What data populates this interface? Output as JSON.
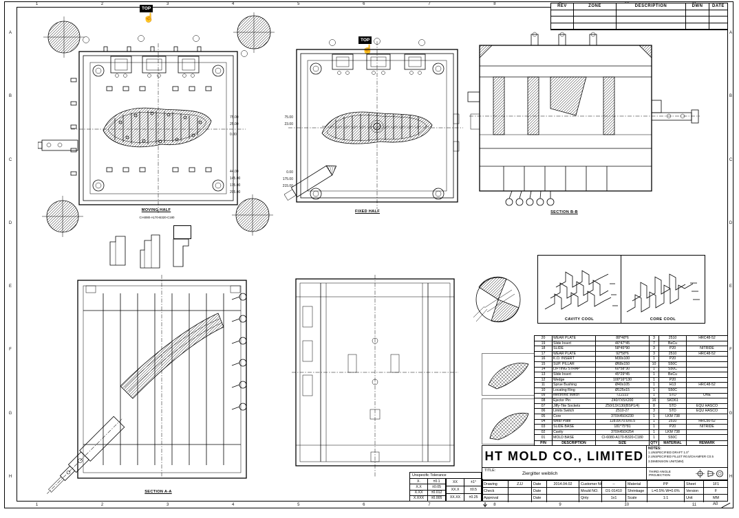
{
  "sheet": {
    "size_code": "A0"
  },
  "zones": {
    "h": [
      "1",
      "2",
      "3",
      "4",
      "5",
      "6",
      "7",
      "8",
      "9",
      "10",
      "11"
    ],
    "v": [
      "A",
      "B",
      "C",
      "D",
      "E",
      "F",
      "G",
      "H"
    ]
  },
  "rev_table": {
    "headers": [
      "REV",
      "ZONE",
      "DESCRIPTION",
      "DWN",
      "DATE"
    ]
  },
  "views": {
    "top_marker": "TOP",
    "moving_half": {
      "label": "MOVING HALF",
      "base_no": "CI-6080-A170-B320-C180",
      "dims": [
        "75.00",
        "25.00",
        "0.00",
        "44.00",
        "145.00",
        "175.00",
        "205.00"
      ]
    },
    "fixed_half": {
      "label": "FIXED HALF",
      "dims": [
        "75.00",
        "23.00",
        "0.00",
        "175.00",
        "215.00"
      ]
    },
    "section_b": {
      "label": "SECTION B-B"
    },
    "section_a": {
      "label": "SECTION A-A"
    },
    "cooling": {
      "cavity": "CAVITY COOL",
      "core": "CORE COOL"
    }
  },
  "bom": {
    "headers": {
      "pn": "P/N",
      "description": "DESCRIPTION",
      "size": "SIZE",
      "qty": "QTY",
      "material": "MATERIAL",
      "remark": "REMARK"
    },
    "rows": [
      {
        "pn": "20",
        "description": "WEAR PLATE",
        "size": "88*48*6",
        "qty": "3",
        "material": "2510",
        "remark": "HRC48-52"
      },
      {
        "pn": "19",
        "description": "Slide Insert",
        "size": "46*47*45",
        "qty": "7",
        "material": "BeCu",
        "remark": ""
      },
      {
        "pn": "18",
        "description": "SLIDE",
        "size": "58*45*90",
        "qty": "3",
        "material": "P20",
        "remark": "NITRIDE"
      },
      {
        "pn": "17",
        "description": "WEAR PLATE",
        "size": "92*58*6",
        "qty": "3",
        "material": "2510",
        "remark": "HRC48-52"
      },
      {
        "pn": "16",
        "description": "K.O. INSERT",
        "size": "M30x100",
        "qty": "1",
        "material": "P20",
        "remark": ""
      },
      {
        "pn": "15",
        "description": "SUP. PILLAR",
        "size": "Ø68x150",
        "qty": "10",
        "material": "S50C",
        "remark": ""
      },
      {
        "pn": "14",
        "description": "LIFTING STRAP",
        "size": "60*58*30",
        "qty": "1",
        "material": "S50C",
        "remark": ""
      },
      {
        "pn": "13",
        "description": "Slide Insert",
        "size": "45*29*45",
        "qty": "1",
        "material": "BeCu",
        "remark": ""
      },
      {
        "pn": "12",
        "description": "Wedge",
        "size": "100*16*130",
        "qty": "1",
        "material": "P20",
        "remark": ""
      },
      {
        "pn": "11",
        "description": "Sprue Bushing",
        "size": "Ø40x105",
        "qty": "1",
        "material": "H13",
        "remark": "HRC48-52"
      },
      {
        "pn": "10",
        "description": "Locating Ring",
        "size": "Ø125x15",
        "qty": "1",
        "material": "S50C",
        "remark": ""
      },
      {
        "pn": "09",
        "description": "electronic switch",
        "size": "TZ2222",
        "qty": "1",
        "material": "STD",
        "remark": "ONE"
      },
      {
        "pn": "08",
        "description": "Ejector Pin",
        "size": "Z40/7X5X200",
        "qty": "16",
        "material": "SKD61",
        "remark": ""
      },
      {
        "pn": "07",
        "description": "Jiffy-Tite Sockets",
        "size": "Z50/13X130(BSP1/4)",
        "qty": "8",
        "material": "STD",
        "remark": "EQU HASCO"
      },
      {
        "pn": "06",
        "description": "Limits Switch",
        "size": "Z510-27",
        "qty": "3",
        "material": "STD",
        "remark": "EQU HASCO"
      },
      {
        "pn": "05",
        "description": "Core",
        "size": "370X450X230",
        "qty": "1",
        "material": "LKM 738",
        "remark": ""
      },
      {
        "pn": "04",
        "description": "Wear Plate",
        "size": "128.8X70.6X6.5",
        "qty": "1",
        "material": "2510",
        "remark": "HRC50-52"
      },
      {
        "pn": "03",
        "description": "SLIDE BASE",
        "size": "181*75*81",
        "qty": "1",
        "material": "P20",
        "remark": "NITRIDE"
      },
      {
        "pn": "02",
        "description": "Cavity",
        "size": "370X450X254",
        "qty": "1",
        "material": "LKM 738",
        "remark": ""
      },
      {
        "pn": "01",
        "description": "MOLD BASE",
        "size": "CI-6080-A170-B320-C180",
        "qty": "1",
        "material": "S50C",
        "remark": ""
      }
    ]
  },
  "company": {
    "name": "HT MOLD CO., LIMITED"
  },
  "notes": {
    "title": "NOTES:",
    "lines": [
      "1.UNSPECIFIED DRAFT 1.0°",
      "2.UNSPECIFIED FILLET R0.5/CHAMFER C0.5",
      "3.DIMENSION UNIT(MM)"
    ]
  },
  "title_block": {
    "title_label": "TITLE:",
    "title": "Ziergitter weiblich",
    "projection": "THIRD ANGLE PROJECTION",
    "rows": [
      [
        "Drawing",
        "ZJJ",
        "Date",
        "2014.04.02",
        "Customer NO.",
        "--",
        "Material",
        "PP",
        "Sheet",
        "1F1"
      ],
      [
        "Check",
        "",
        "Date",
        "",
        "Mould NO.",
        "D1-01410",
        "Shrinkage",
        "L=0.5% W=0.6%",
        "Version",
        "F"
      ],
      [
        "Approval",
        "",
        "Date",
        "",
        "Qnty",
        "1x1",
        "Scale",
        "1:1",
        "Unit",
        "MM"
      ]
    ]
  },
  "tolerance": {
    "title": "Unspecific Tolerance",
    "left": [
      {
        "k": "X.",
        "v": "±0.1"
      },
      {
        "k": "X.X",
        "v": "±0.05"
      },
      {
        "k": "X.XX",
        "v": "±0.012"
      },
      {
        "k": "X.XXX",
        "v": "±0.005"
      }
    ],
    "right": [
      {
        "k": "XX",
        "v": "±1°"
      },
      {
        "k": "XX.X",
        "v": "±0.5"
      },
      {
        "k": "XX.XX",
        "v": "±0.25"
      }
    ]
  }
}
